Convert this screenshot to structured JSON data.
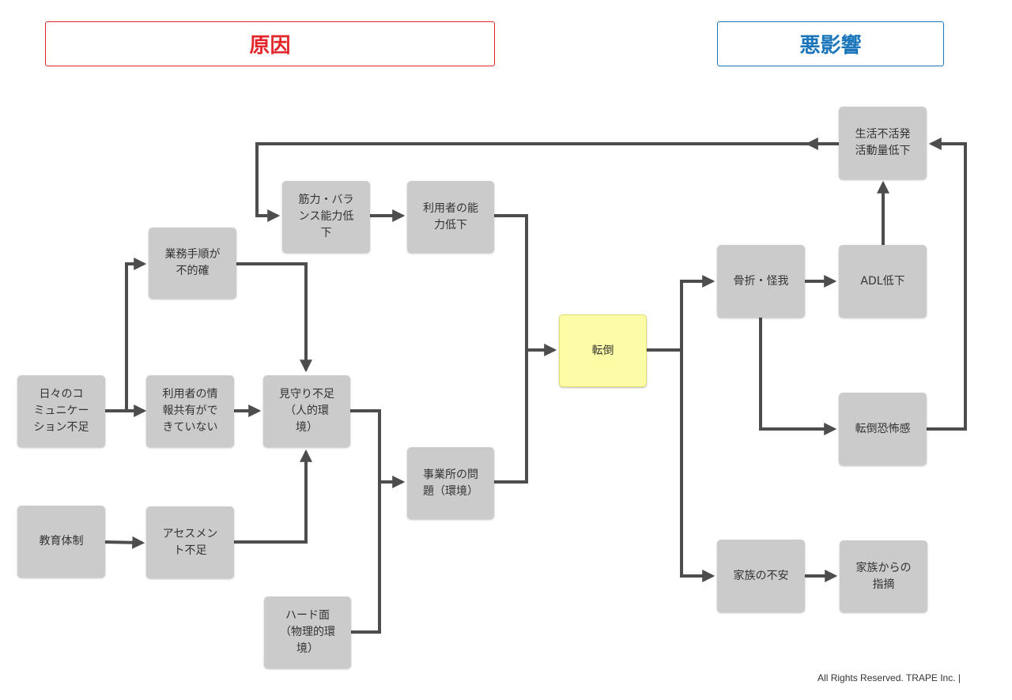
{
  "headers": {
    "cause": {
      "label": "原因",
      "color": "#e4262a"
    },
    "effect": {
      "label": "悪影響",
      "color": "#1a75bb"
    }
  },
  "nodes": {
    "daily_comm": "日々のコ\nミュニケー\nション不足",
    "task_procedure": "業務手順が\n不的確",
    "user_info_share": "利用者の情\n報共有がで\nきていない",
    "watch_lack": "見守り不足\n（人的環\n境）",
    "education": "教育体制",
    "assessment": "アセスメン\nト不足",
    "hardware": "ハード面\n（物理的環\n境）",
    "muscle_balance": "筋力・バラ\nンス能力低\n下",
    "user_ability": "利用者の能\n力低下",
    "facility_problem": "事業所の問\n題（環境）",
    "fall": "転倒",
    "fracture": "骨折・怪我",
    "adl_decline": "ADL低下",
    "inactive_life": "生活不活発\n活動量低下",
    "fall_fear": "転倒恐怖感",
    "family_anxiety": "家族の不安",
    "family_point": "家族からの\n指摘"
  },
  "colors": {
    "node_fill": "#cbcbcb",
    "highlight_fill": "#fcfca6",
    "wire": "#4d4d4d"
  },
  "footer": "All Rights Reserved. TRAPE Inc.  |"
}
